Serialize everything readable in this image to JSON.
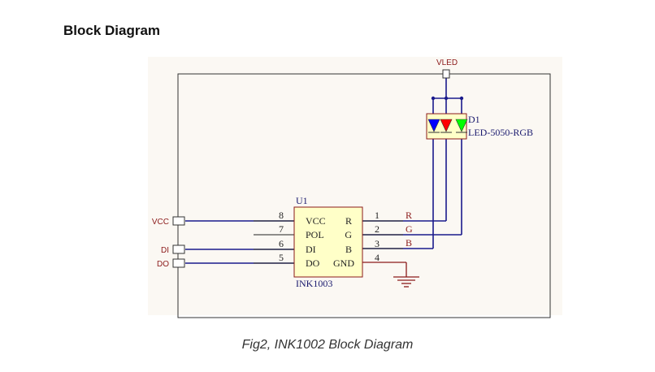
{
  "header": {
    "title": "Block Diagram"
  },
  "diagram": {
    "ports": {
      "vled": "VLED",
      "vcc": "VCC",
      "di": "DI",
      "do": "DO"
    },
    "u1": {
      "ref": "U1",
      "part": "INK1003",
      "left_pins": [
        {
          "num": "8",
          "name": "VCC"
        },
        {
          "num": "7",
          "name": "POL"
        },
        {
          "num": "6",
          "name": "DI"
        },
        {
          "num": "5",
          "name": "DO"
        }
      ],
      "right_pins": [
        {
          "num": "1",
          "name": "R",
          "net": "R"
        },
        {
          "num": "2",
          "name": "G",
          "net": "G"
        },
        {
          "num": "3",
          "name": "B",
          "net": "B"
        },
        {
          "num": "4",
          "name": "GND",
          "net": ""
        }
      ]
    },
    "d1": {
      "ref": "D1",
      "part": "LED-5050-RGB"
    },
    "colors": {
      "wire": "#1a1a8c",
      "label_red": "#8b1a1a",
      "text_blue": "#1a1a6e",
      "component_fill": "#ffffc8",
      "component_stroke": "#8b1a1a",
      "led_blue": "#0000ff",
      "led_red": "#ff0000",
      "led_green": "#00ff00"
    }
  },
  "caption": "Fig2, INK1002 Block Diagram"
}
